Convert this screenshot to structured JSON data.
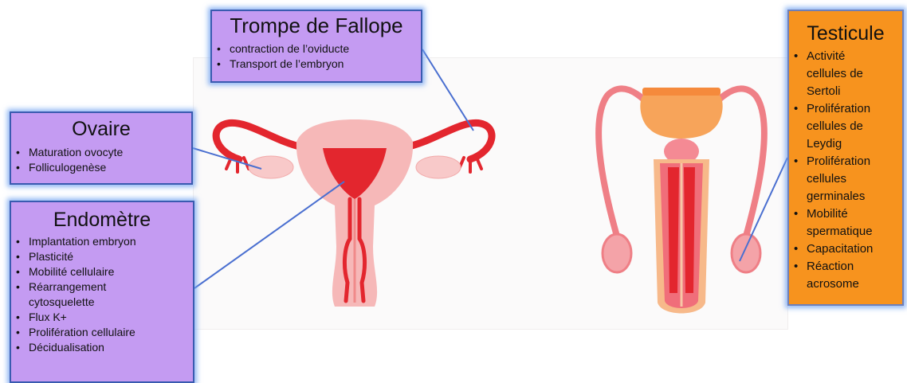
{
  "colors": {
    "female_box": "#c49bf2",
    "male_box": "#f7931e",
    "box_border": "#3a5bb0",
    "connector": "#4a6fd0",
    "organ_light": "#f6b8b8",
    "organ_mid": "#f08a8a",
    "organ_dark": "#e3262e"
  },
  "boxes": {
    "trompe": {
      "title": "Trompe de Fallope",
      "items": [
        "contraction de l’oviducte",
        "Transport de l’embryon"
      ]
    },
    "ovaire": {
      "title": "Ovaire",
      "items": [
        "Maturation ovocyte",
        "Folliculogenèse"
      ]
    },
    "endometre": {
      "title": "Endomètre",
      "items": [
        "Implantation embryon",
        "Plasticité",
        "Mobilité cellulaire",
        "Réarrangement cytosquelette",
        "Flux K+",
        "Prolifération cellulaire",
        "Décidualisation"
      ]
    },
    "testicule": {
      "title": "Testicule",
      "items": [
        "Activité cellules de Sertoli",
        "Prolifération cellules de Leydig",
        "Prolifération cellules germinales",
        "Mobilité spermatique",
        "Capacitation",
        "Réaction acrosome"
      ]
    }
  },
  "illustrations": {
    "female": "uterus-illustration",
    "male": "male-reproductive-illustration"
  }
}
